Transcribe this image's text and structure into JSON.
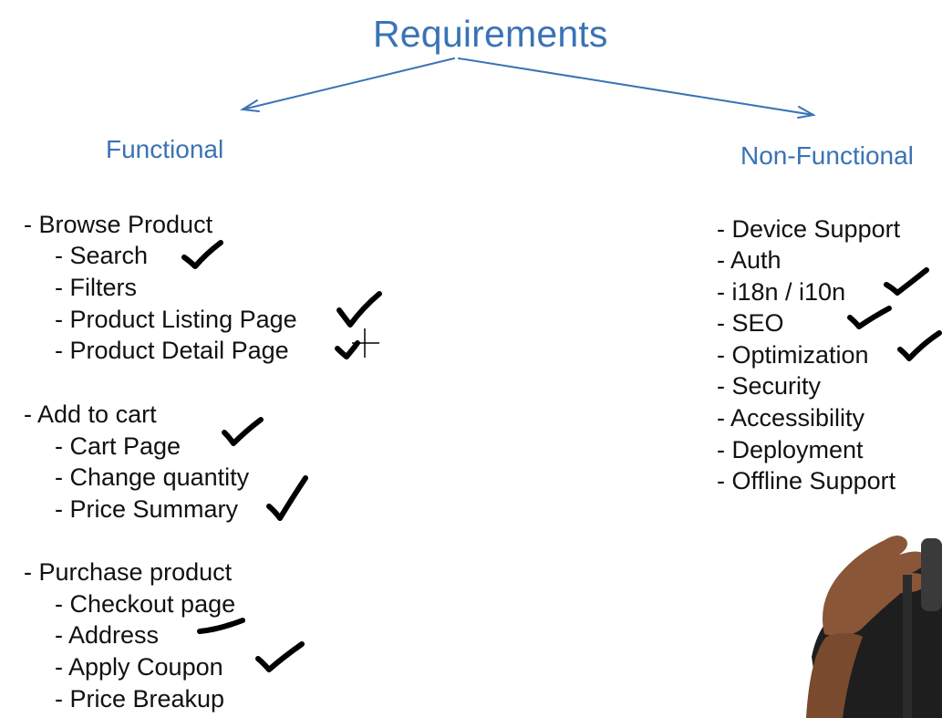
{
  "title": "Requirements",
  "functional": {
    "heading": "Functional",
    "items": [
      "- Browse Product",
      "- Search",
      "- Filters",
      "- Product Listing Page",
      "- Product Detail Page",
      "- Add to cart",
      "- Cart Page",
      "- Change quantity",
      "- Price Summary",
      "- Purchase product",
      "- Checkout page",
      "- Address",
      "- Apply Coupon",
      "- Price Breakup"
    ]
  },
  "non_functional": {
    "heading": "Non-Functional",
    "items": [
      "- Device Support",
      "- Auth",
      "- i18n / i10n",
      "- SEO",
      "- Optimization",
      "- Security",
      "- Accessibility",
      "- Deployment",
      "- Offline Support"
    ]
  },
  "colors": {
    "heading": "#3a73b5",
    "text": "#111111",
    "ink": "#000000"
  }
}
